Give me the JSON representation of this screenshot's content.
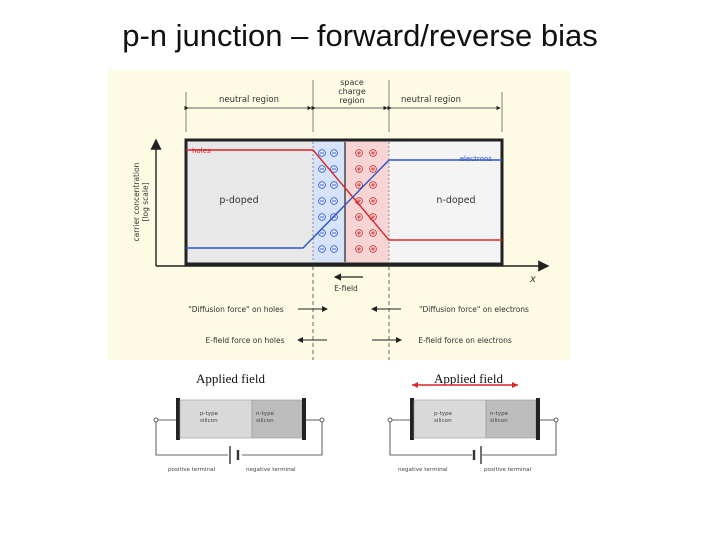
{
  "title": "p-n junction – forward/reverse bias",
  "diagram": {
    "top_labels": {
      "left": "neutral region",
      "center_lines": [
        "space",
        "charge",
        "region"
      ],
      "right": "neutral region"
    },
    "ylabel_lines": [
      "carrier concentration",
      "[log scale]"
    ],
    "xlabel": "x",
    "holes_label": "holes",
    "electrons_label": "electrons",
    "p_region_label": "p-doped",
    "n_region_label": "n-doped",
    "efield_label": "E-field",
    "diffusion_holes": "\"Diffusion force\" on holes",
    "diffusion_electrons": "\"Diffusion force\" on electrons",
    "efield_holes": "E-field force on holes",
    "efield_electrons": "E-field force on electrons",
    "colors": {
      "holes": "#d9262a",
      "electrons": "#2f55c8",
      "p_fill": "#e8e8e8",
      "n_fill": "#f4f4f4",
      "depletion_p": "#d6e3f8",
      "depletion_n": "#f8d5d5",
      "background": "#fdfbe4"
    }
  },
  "circuits": [
    {
      "caption": "Applied field",
      "p_lines": [
        "p-type",
        "silicon"
      ],
      "n_lines": [
        "n-type",
        "silicon"
      ],
      "left_terminal": "positive terminal",
      "right_terminal": "negative terminal"
    },
    {
      "caption": "Applied field",
      "p_lines": [
        "p-type",
        "silicon"
      ],
      "n_lines": [
        "n-type",
        "silicon"
      ],
      "left_terminal": "negative terminal",
      "right_terminal": "positive terminal"
    }
  ]
}
